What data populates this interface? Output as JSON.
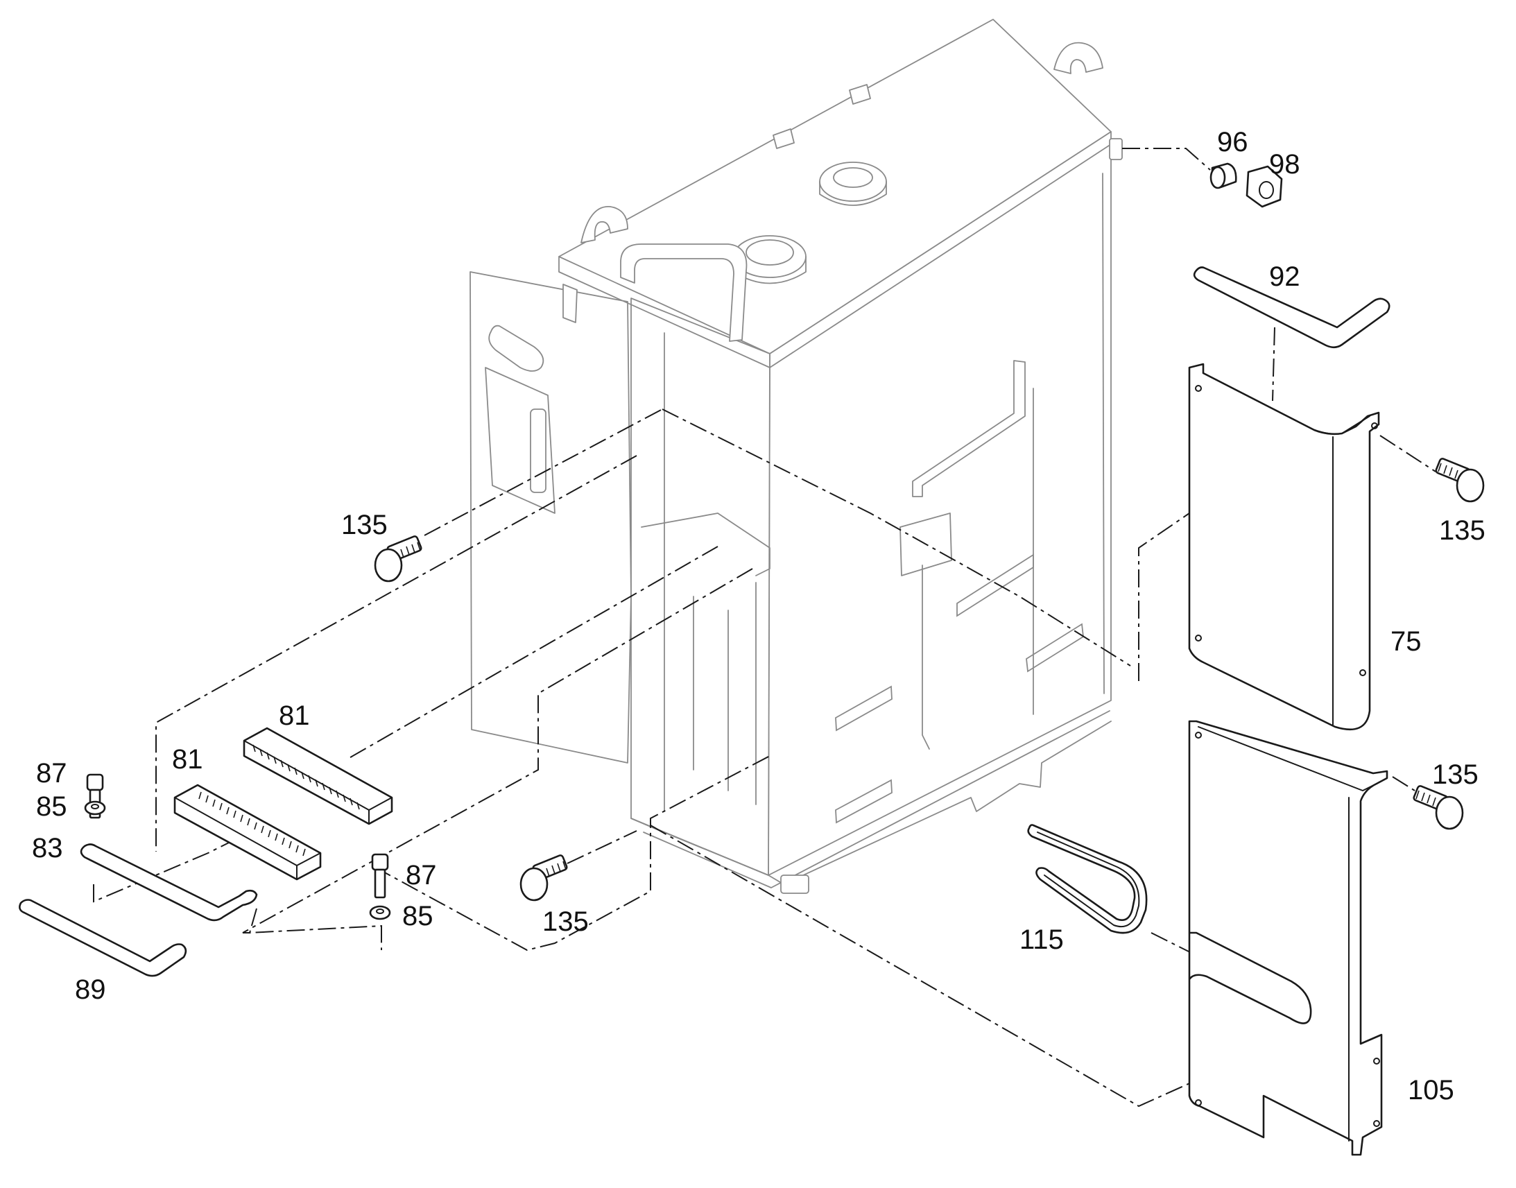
{
  "callouts": [
    {
      "id": "c75",
      "text": "75"
    },
    {
      "id": "c81a",
      "text": "81"
    },
    {
      "id": "c81b",
      "text": "81"
    },
    {
      "id": "c83",
      "text": "83"
    },
    {
      "id": "c85a",
      "text": "85"
    },
    {
      "id": "c85b",
      "text": "85"
    },
    {
      "id": "c87a",
      "text": "87"
    },
    {
      "id": "c87b",
      "text": "87"
    },
    {
      "id": "c89",
      "text": "89"
    },
    {
      "id": "c92",
      "text": "92"
    },
    {
      "id": "c96",
      "text": "96"
    },
    {
      "id": "c98",
      "text": "98"
    },
    {
      "id": "c105",
      "text": "105"
    },
    {
      "id": "c115",
      "text": "115"
    },
    {
      "id": "c135a",
      "text": "135"
    },
    {
      "id": "c135b",
      "text": "135"
    },
    {
      "id": "c135c",
      "text": "135"
    },
    {
      "id": "c135d",
      "text": "135"
    }
  ]
}
